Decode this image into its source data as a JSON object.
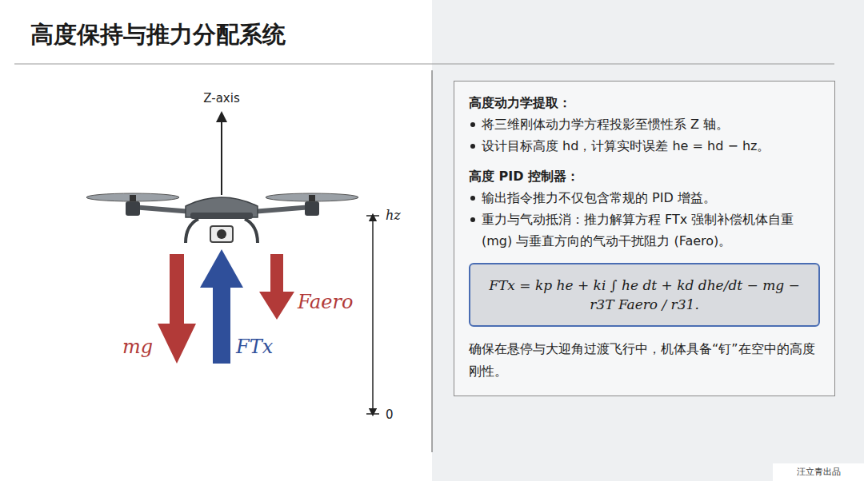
{
  "diagram": {
    "title": "高度保持与推力分配系统",
    "nodes": [
      {
        "text": [
          "高度动力学提取：",
          "将三维刚体动力学方程投影至惯性系 Z 轴。",
          "设计目标高度 hd，计算实时误差 he = hd − hz。",
          "高度 PID 控制器：",
          "输出指令推力不仅包含常规的 PID 增益。",
          "重力与气动抵消：推力解算方程 FTx 强制补偿机体自重 (mg) 与垂直方向的气动干扰阻力 (Faero)。",
          "确保在悬停与大迎角过渡飞行中，机体具备“钉”在空中的高度刚性。"
        ]
      },
      {
        "text": [
          "FTx = kp he + ki ∫ he dt + kd dhe/dt − mg − r3T Faero / r31."
        ],
        "in": 0
      }
    ],
    "labels": [
      "Z-axis",
      "hz",
      "mg",
      "FTx",
      "Faero",
      "0",
      "汪立青出品"
    ]
  }
}
